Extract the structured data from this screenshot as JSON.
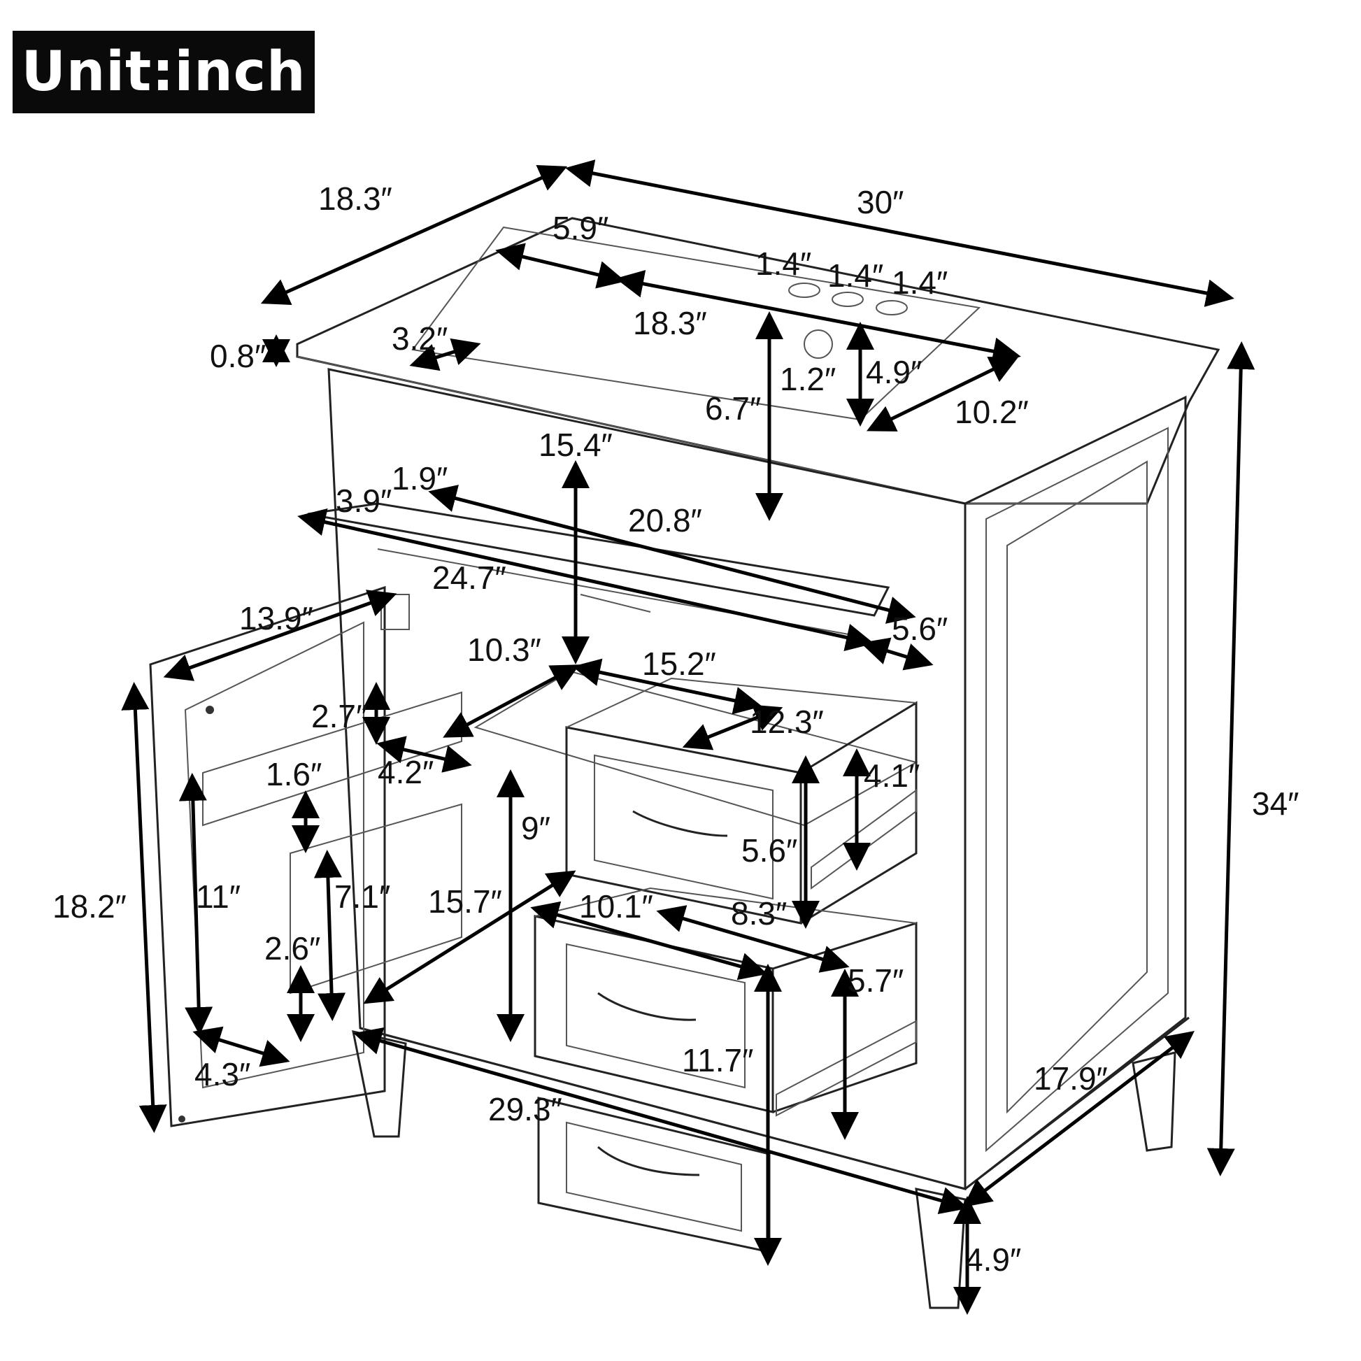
{
  "unit_label": "Unit:inch",
  "dimensions": {
    "top_depth": "18.3″",
    "width": "30″",
    "faucet_offset": "5.9″",
    "hole_spacing_1": "1.4″",
    "hole_spacing_2": "1.4″",
    "hole_spacing_3": "1.4″",
    "basin_width": "18.3″",
    "top_thickness": "0.8″",
    "basin_edge": "3.2″",
    "drain_diameter": "1.2″",
    "basin_front_back": "4.9″",
    "basin_depth": "6.7″",
    "basin_length": "10.2″",
    "inner_height": "15.4″",
    "tip_out_1": "1.9″",
    "tip_out_2": "3.9″",
    "tip_out_width": "20.8″",
    "front_width": "24.7″",
    "door_width": "13.9″",
    "tip_out_depth": "5.6″",
    "shelf_depth": "10.3″",
    "drawer_span": "15.2″",
    "shelf_height": "2.7″",
    "drawer_inner_width": "12.3″",
    "rack_depth": "4.2″",
    "rack_gap": "1.6″",
    "drawer_inner_height": "4.1″",
    "cabinet_height": "9″",
    "total_height": "34″",
    "drawer_front_height": "5.6″",
    "door_height": "18.2″",
    "door_inner": "11″",
    "rack_height": "7.1″",
    "cabinet_depth": "15.7″",
    "drawer2_width": "10.1″",
    "drawer_depth": "8.3″",
    "rack_bottom": "2.6″",
    "drawer2_height": "5.7″",
    "drawer_stack_height": "11.7″",
    "door_rack_depth": "4.3″",
    "side_depth": "17.9″",
    "base_width": "29.3″",
    "leg_height": "4.9″"
  }
}
